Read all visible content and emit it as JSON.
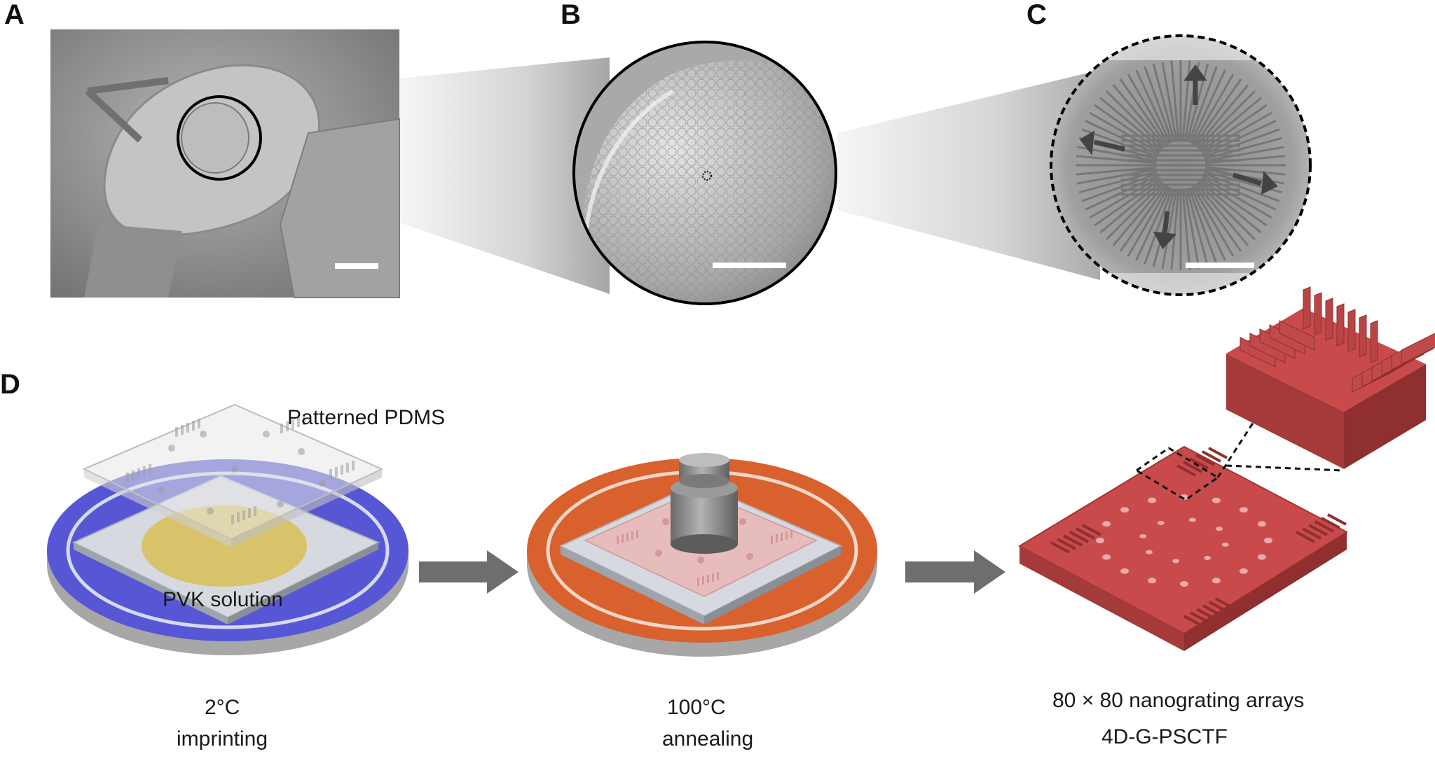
{
  "panels": {
    "a": "A",
    "b": "B",
    "c": "C",
    "d": "D"
  },
  "labels": {
    "pdms": "Patterned PDMS",
    "pvk": "PVK solution",
    "temp1": "2°C",
    "step1": "imprinting",
    "temp2": "100°C",
    "step2": "annealing",
    "arrays": "80 × 80 nanograting arrays",
    "product": "4D-G-PSCTF"
  },
  "colors": {
    "disc_blue": "#5757d6",
    "disc_orange": "#d9612e",
    "perovskite_red": "#c94a4a",
    "solution_yellow": "#d8c263",
    "arrow_gray": "#6e6e6e",
    "sem_gray": "#9a9a9a"
  }
}
